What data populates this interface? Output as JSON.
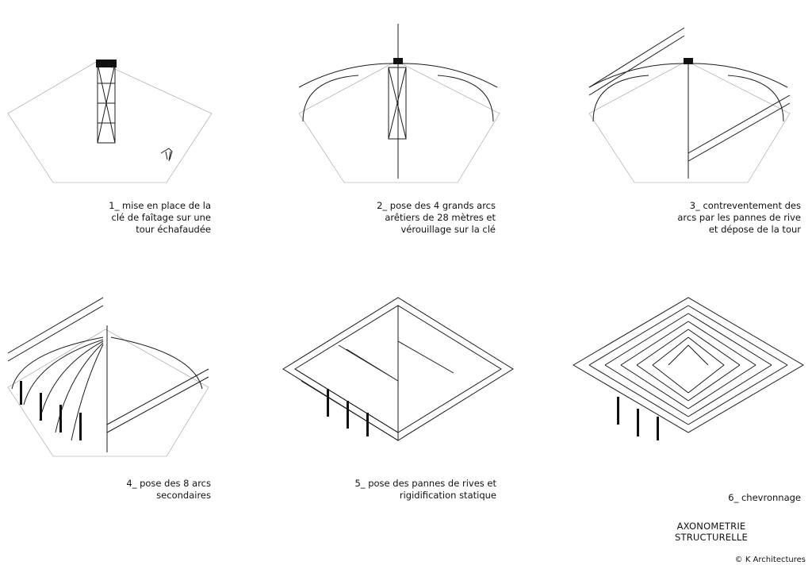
{
  "steps": [
    {
      "caption": "1_ mise en place de la\nclé de faîtage sur une\ntour échafaudée"
    },
    {
      "caption": "2_ pose des 4 grands arcs\narêtiers de 28 mètres et\nvérouillage sur la clé"
    },
    {
      "caption": "3_ contreventement des\narcs par les pannes de rive\net dépose de la tour"
    },
    {
      "caption": "4_ pose des  8 arcs\nsecondaires"
    },
    {
      "caption": "5_ pose des pannes de rives et\nrigidification statique"
    },
    {
      "caption": "6_ chevronnage"
    }
  ],
  "title": {
    "line1": "AXONOMETRIE",
    "line2": "STRUCTURELLE"
  },
  "credit": "© K Architectures"
}
